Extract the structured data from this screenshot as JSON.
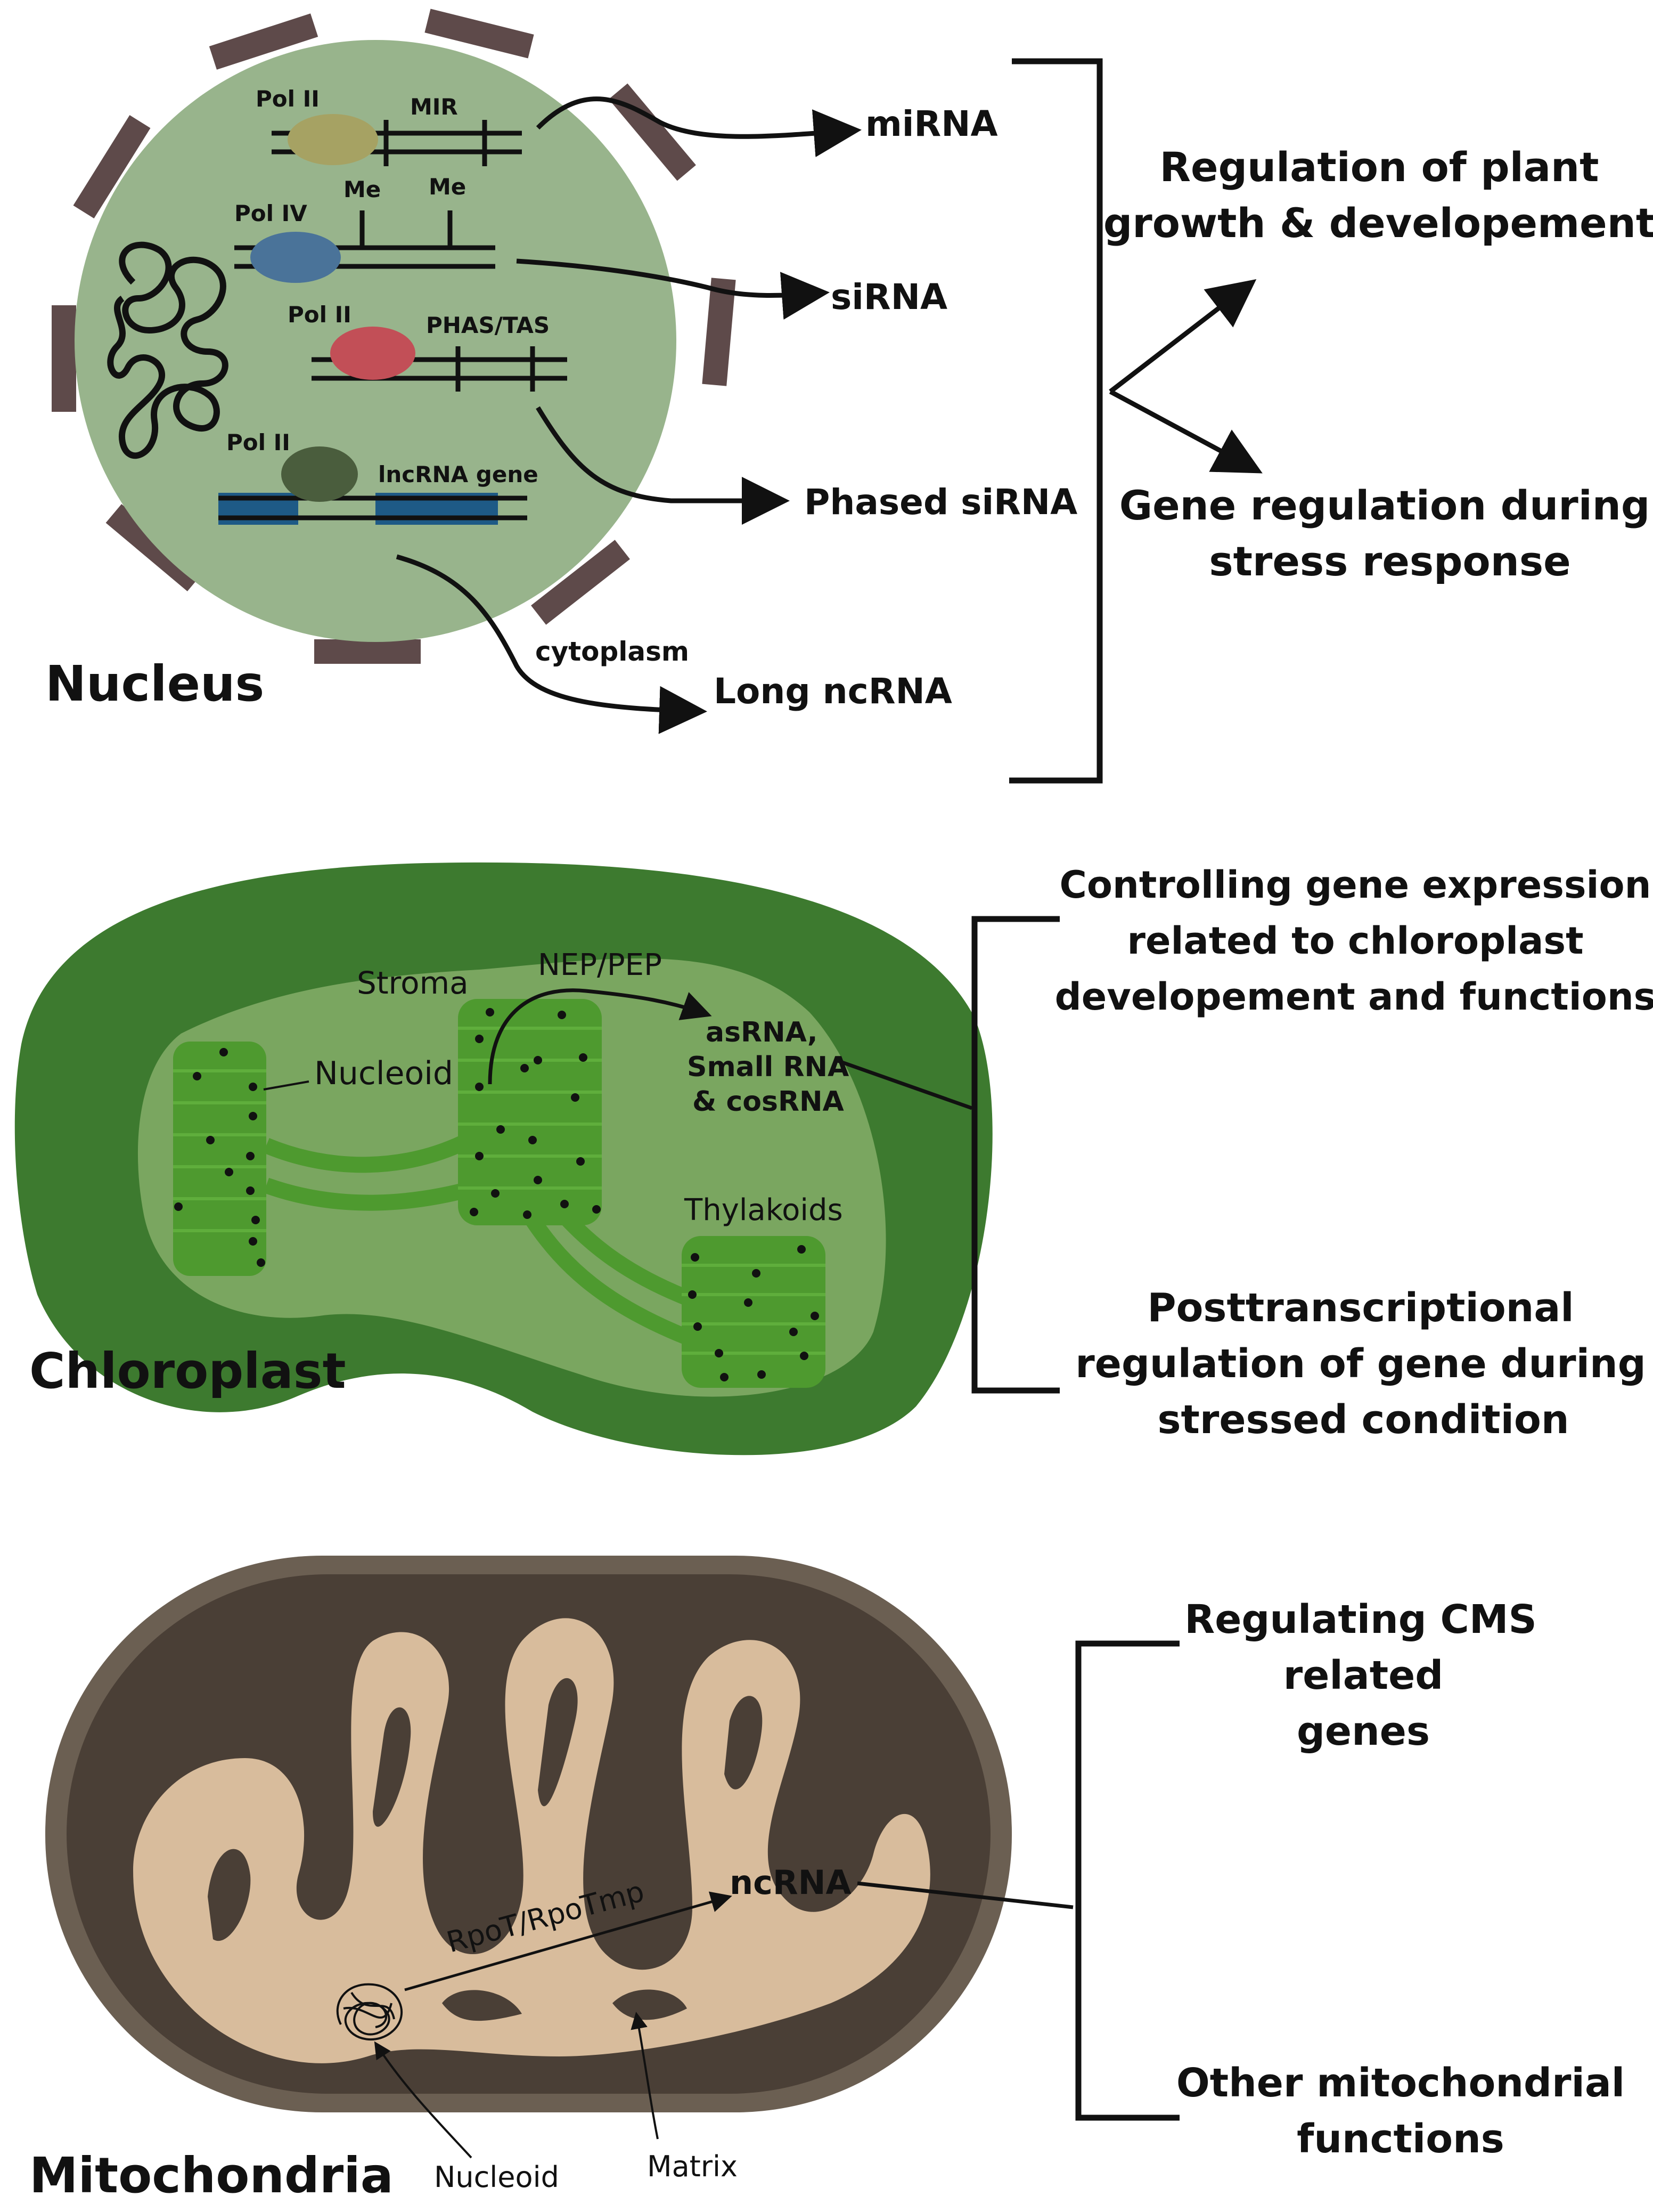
{
  "nucleus": {
    "title": "Nucleus",
    "polymerases": [
      "Pol II",
      "Pol IV",
      "Pol II",
      "Pol II"
    ],
    "gene_labels": [
      "MIR",
      "Me",
      "Me",
      "PHAS/TAS",
      "lncRNA gene"
    ],
    "compartment_note": "cytoplasm",
    "products": [
      "miRNA",
      "siRNA",
      "Phased siRNA",
      "Long ncRNA"
    ],
    "functions": [
      {
        "line1": "Regulation of plant",
        "line2": "growth & developement"
      },
      {
        "line1": "Gene regulation during",
        "line2": "stress response"
      }
    ]
  },
  "chloroplast": {
    "title": "Chloroplast",
    "labels": {
      "stroma": "Stroma",
      "nucleoid": "Nucleoid",
      "polymerase": "NEP/PEP",
      "thylakoids": "Thylakoids"
    },
    "products": [
      "asRNA,",
      "Small RNA",
      "& cosRNA"
    ],
    "functions": [
      {
        "lines": [
          "Controlling gene expression",
          "related to chloroplast",
          "developement and functions"
        ]
      },
      {
        "lines": [
          "Posttranscriptional",
          "regulation of gene during",
          "stressed condition"
        ]
      }
    ]
  },
  "mitochondria": {
    "title": "Mitochondria",
    "labels": {
      "polymerase": "RpoT/RpoTmp",
      "product": "ncRNA",
      "nucleoid": "Nucleoid",
      "matrix": "Matrix"
    },
    "functions": [
      {
        "lines": [
          "Regulating CMS",
          "related",
          "genes"
        ]
      },
      {
        "lines": [
          "Other mitochondrial",
          "functions"
        ]
      }
    ]
  },
  "colors": {
    "nucleus_fill": "#98b48c",
    "nuclear_pore": "#5e4a4a",
    "pol_olive": "#a6a263",
    "pol_blue": "#4a7399",
    "pol_red": "#c24f57",
    "pol_dark": "#4a5d3d",
    "lncrna_bar": "#1e5a86",
    "chloroplast_outer": "#3d7a2f",
    "chloroplast_inner": "#7aa660",
    "thylakoid": "#4e9a2f",
    "mito_outer": "#6b5f52",
    "mito_inner": "#4a3f36",
    "mito_cristae": "#d8bc9c"
  }
}
